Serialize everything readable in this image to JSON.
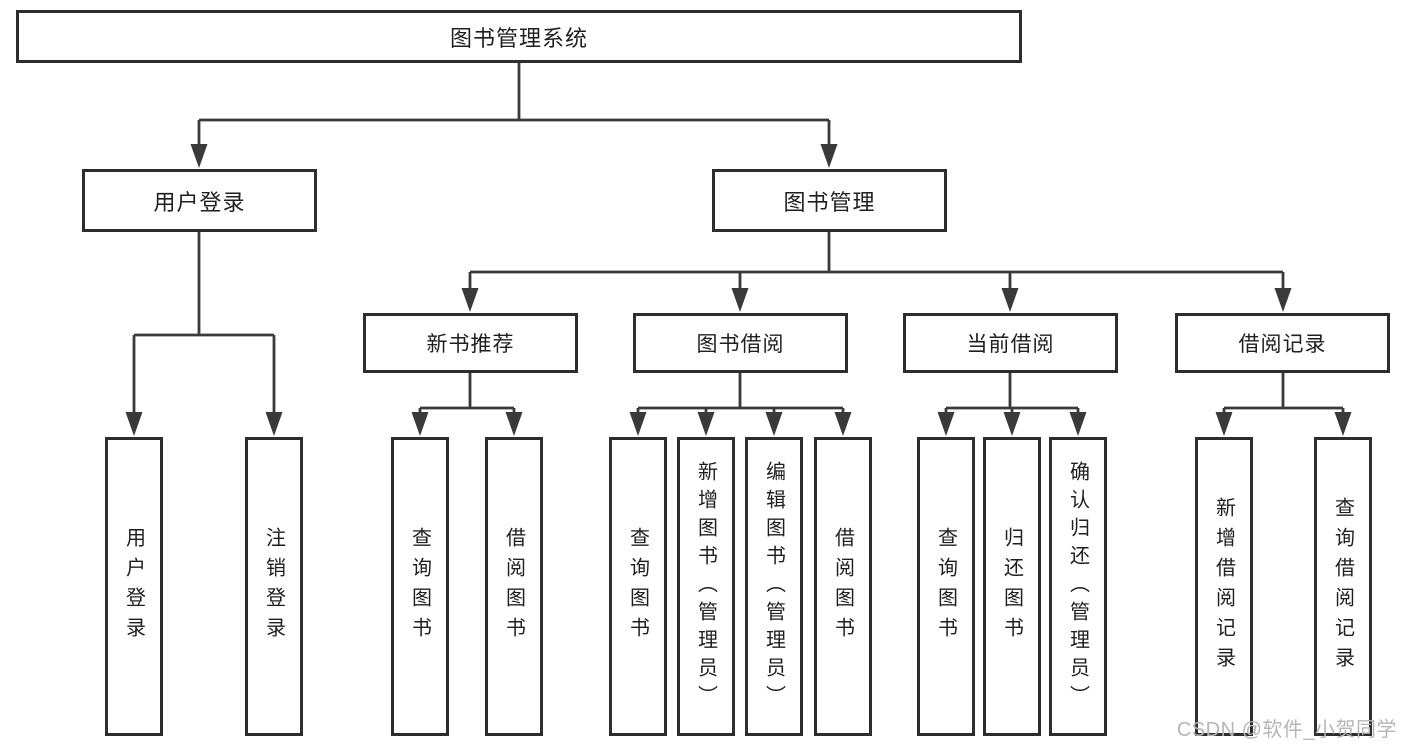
{
  "diagram": {
    "root": {
      "label": "图书管理系统"
    },
    "branches": [
      {
        "id": "user-login",
        "label": "用户登录",
        "children": [
          "用户登录",
          "注销登录"
        ]
      },
      {
        "id": "book-management",
        "label": "图书管理",
        "sections": [
          {
            "label": "新书推荐",
            "children": [
              "查询图书",
              "借阅图书"
            ]
          },
          {
            "label": "图书借阅",
            "children": [
              "查询图书",
              "新增图书（管理员）",
              "编辑图书（管理员）",
              "借阅图书"
            ]
          },
          {
            "label": "当前借阅",
            "children": [
              "查询图书",
              "归还图书",
              "确认归还（管理员）"
            ]
          },
          {
            "label": "借阅记录",
            "children": [
              "新增借阅记录",
              "查询借阅记录"
            ]
          }
        ]
      }
    ]
  },
  "watermark": {
    "text": "CSDN @软件_小贺同学"
  },
  "colors": {
    "line": "#3a3a3a",
    "box_border": "#2d2d2d",
    "box_fill": "#ffffff",
    "text": "#1f1f1f",
    "watermark": "#b5b5b5"
  }
}
